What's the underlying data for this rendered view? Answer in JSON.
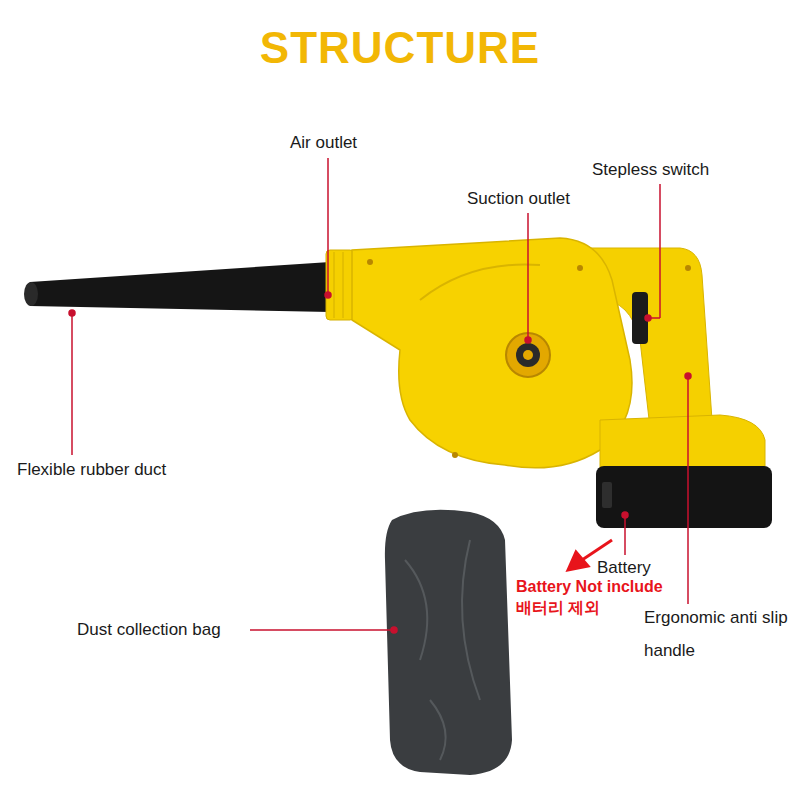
{
  "diagram": {
    "title": "STRUCTURE",
    "labels": [
      "Air outlet",
      "Suction outlet",
      "Stepless switch",
      "Flexible rubber duct",
      "Battery",
      "Battery Not include",
      "배터리 제외",
      "Dust collection bag",
      "Ergonomic anti slip handle"
    ]
  }
}
